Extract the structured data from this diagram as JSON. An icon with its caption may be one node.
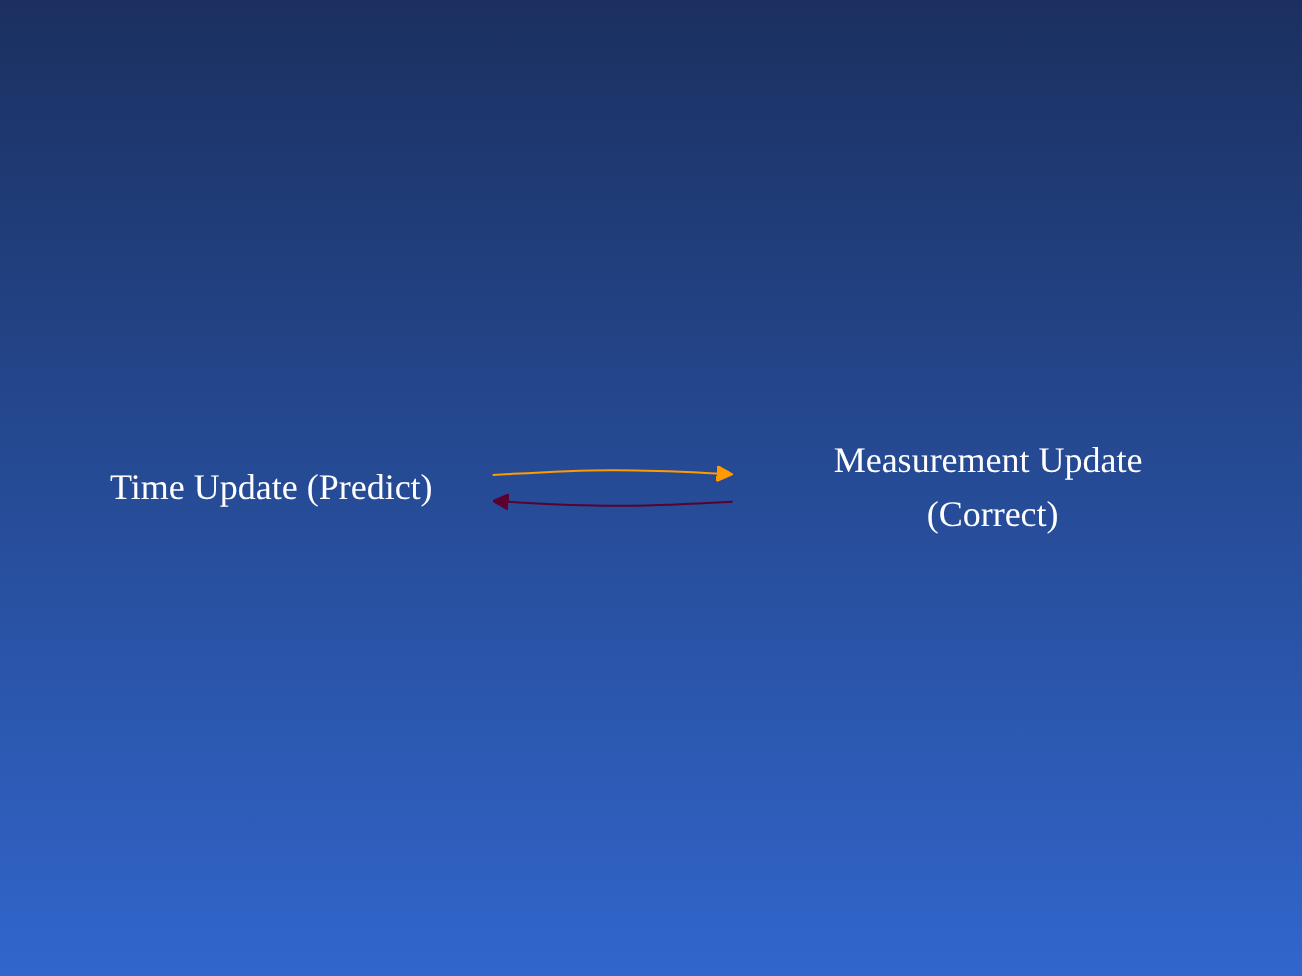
{
  "diagram": {
    "nodes": [
      {
        "text": [
          "Time Update (Predict)"
        ]
      },
      {
        "text": [
          "Measurement Update (Correct)"
        ]
      }
    ],
    "edges": [
      {
        "from": 1,
        "to": 0,
        "arrow": "to",
        "color": "#5c0030"
      },
      {
        "from": 0,
        "to": 1,
        "arrow": "to",
        "color": "#ff9a00"
      }
    ]
  }
}
